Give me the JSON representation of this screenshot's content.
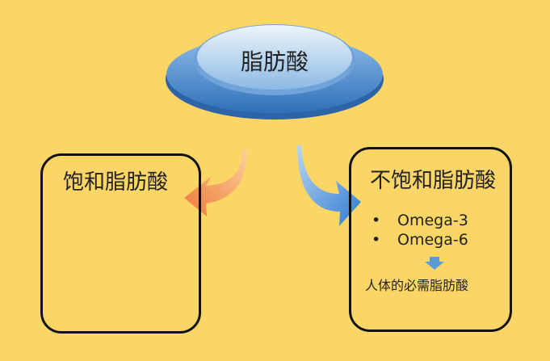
{
  "center": {
    "label": "脂肪酸"
  },
  "left_box": {
    "title": "饱和脂肪酸"
  },
  "right_box": {
    "title": "不饱和脂肪酸",
    "items": [
      "Omega-3",
      "Omega-6"
    ],
    "bullet": "•",
    "note": "人体的必需脂肪酸"
  },
  "colors": {
    "background": "#fbd667",
    "disc": "#5b9bd5",
    "left_arrow": "#ef8a4a",
    "right_arrow": "#3f87d4"
  }
}
